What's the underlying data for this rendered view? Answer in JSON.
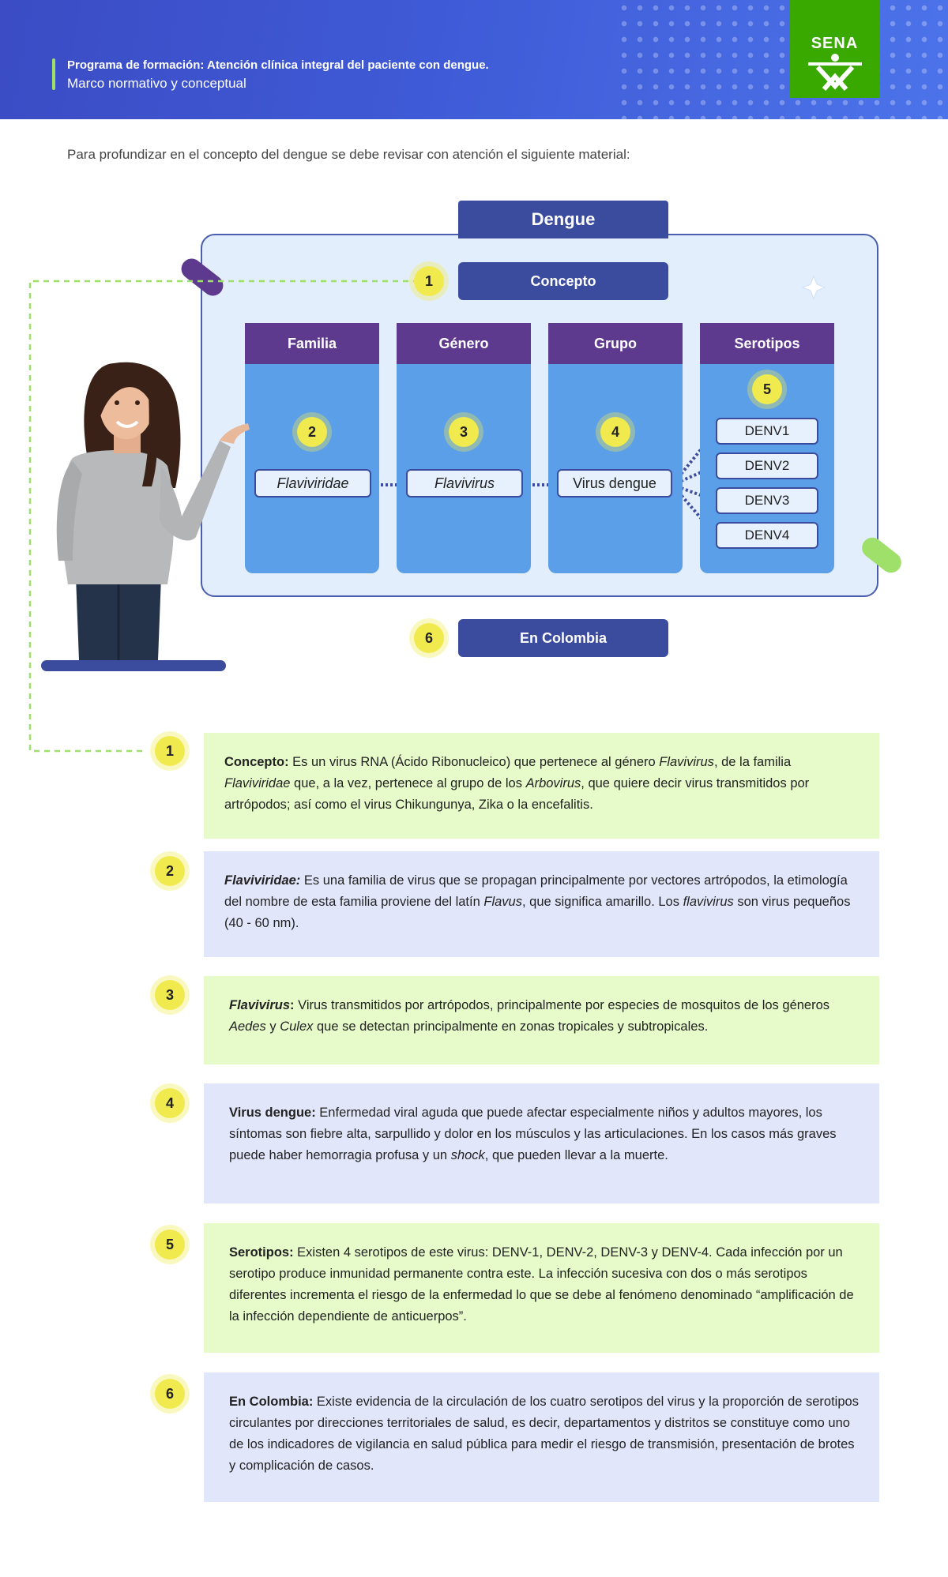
{
  "header": {
    "program": "Programa de formación: Atención clínica integral del paciente con dengue.",
    "subtitle": "Marco normativo y conceptual",
    "logo": "SENA"
  },
  "intro": "Para profundizar en el concepto del dengue se debe revisar con atención el siguiente material:",
  "diagram": {
    "title": "Dengue",
    "concept": "Concepto",
    "colombia": "En Colombia",
    "columns": [
      {
        "label": "Familia",
        "term": "Flaviviridae",
        "badge": "2"
      },
      {
        "label": "Género",
        "term": "Flavivirus",
        "badge": "3"
      },
      {
        "label": "Grupo",
        "term": "Virus dengue",
        "badge": "4"
      },
      {
        "label": "Serotipos",
        "badge": "5"
      }
    ],
    "serotypes": [
      "DENV1",
      "DENV2",
      "DENV3",
      "DENV4"
    ],
    "badges": {
      "concept": "1",
      "colombia": "6"
    }
  },
  "cards": [
    {
      "num": "1",
      "lead": "Concepto:",
      "p1": " Es un virus RNA (Ácido Ribonucleico) que pertenece al género ",
      "i1": "Flavivirus",
      "p2": ", de la familia ",
      "i2": "Flaviviridae",
      "p3": " que, a la vez, pertenece al grupo de los ",
      "i3": "Arbovirus",
      "p4": ", que quiere decir virus transmitidos por artrópodos; así como el virus Chikungunya, Zika o la encefalitis."
    },
    {
      "num": "2",
      "lead": "Flaviviridae:",
      "p1": " Es una familia de virus que se propagan principalmente por vectores artrópodos, la etimología del nombre de esta familia proviene del latín ",
      "i1": "Flavus",
      "p2": ", que significa amarillo. Los ",
      "i2": "flavivirus",
      "p3": " son virus pequeños (40 - 60 nm)."
    },
    {
      "num": "3",
      "lead": "Flavivirus",
      "colon": ":",
      "p1": " Virus transmitidos por artrópodos, principalmente por especies de mosquitos de los géneros ",
      "i1": "Aedes",
      "p2": " y ",
      "i2": "Culex",
      "p3": " que se detectan principalmente en zonas tropicales y subtropicales."
    },
    {
      "num": "4",
      "lead": "Virus dengue:",
      "p1": " Enfermedad viral aguda que puede afectar especialmente niños y adultos mayores, los síntomas son fiebre alta, sarpullido y dolor en los músculos y las articulaciones. En los casos más graves puede haber hemorragia profusa y un ",
      "i1": "shock",
      "p2": ", que pueden llevar a la muerte."
    },
    {
      "num": "5",
      "lead": "Serotipos:",
      "p1": " Existen 4 serotipos de este virus: DENV-1, DENV-2, DENV-3 y DENV-4. Cada infección por un serotipo produce inmunidad permanente contra este. La infección sucesiva con dos o más serotipos diferentes incrementa el riesgo de la enfermedad lo que se debe al fenómeno denominado “amplificación de la infección dependiente de anticuerpos”."
    },
    {
      "num": "6",
      "lead": "En Colombia:",
      "p1": " Existe evidencia de la circulación de los cuatro serotipos del virus y la proporción de serotipos circulantes por direcciones territoriales de salud, es decir, departamentos y distritos se constituye como uno de los indicadores de vigilancia en salud pública para medir el riesgo de transmisión, presentación de brotes y complicación de casos."
    }
  ],
  "colors": {
    "header": "#3f5ad6",
    "navy": "#3b4b9e",
    "purple": "#5d3a8e",
    "column_blue": "#5b9fe8",
    "badge_yellow": "#f1ea4e",
    "card_green": "#e6fbc9",
    "card_blue": "#e2e6fa",
    "sena_green": "#39a900"
  }
}
